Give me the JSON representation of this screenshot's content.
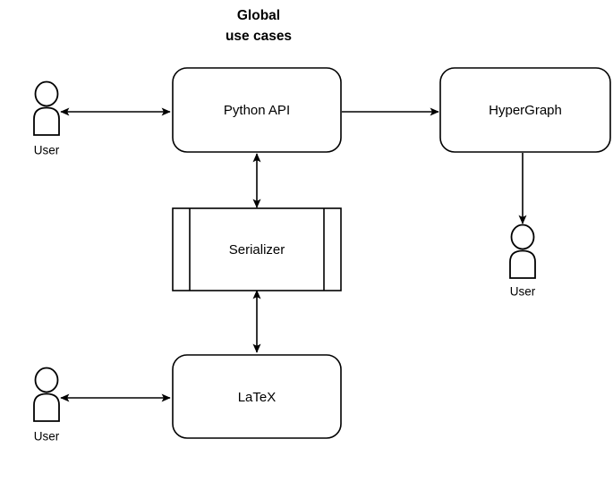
{
  "diagram": {
    "title": {
      "line1": "Global",
      "line2": "use cases"
    },
    "nodes": {
      "python_api": {
        "label": "Python API",
        "shape": "rounded-rectangle"
      },
      "hypergraph": {
        "label": "HyperGraph",
        "shape": "rounded-rectangle"
      },
      "serializer": {
        "label": "Serializer",
        "shape": "subroutine-rectangle"
      },
      "latex": {
        "label": "LaTeX",
        "shape": "rounded-rectangle"
      }
    },
    "actors": {
      "user_top_left": {
        "label": "User"
      },
      "user_right": {
        "label": "User"
      },
      "user_bottom_left": {
        "label": "User"
      }
    },
    "connectors": [
      {
        "name": "user-top-left-to-python-api",
        "from": "user_top_left",
        "to": "python_api",
        "arrow": "double"
      },
      {
        "name": "python-api-to-hypergraph",
        "from": "python_api",
        "to": "hypergraph",
        "arrow": "single"
      },
      {
        "name": "hypergraph-to-user-right",
        "from": "hypergraph",
        "to": "user_right",
        "arrow": "single"
      },
      {
        "name": "python-api-to-serializer",
        "from": "python_api",
        "to": "serializer",
        "arrow": "double"
      },
      {
        "name": "serializer-to-latex",
        "from": "serializer",
        "to": "latex",
        "arrow": "double"
      },
      {
        "name": "user-bottom-left-to-latex",
        "from": "user_bottom_left",
        "to": "latex",
        "arrow": "double"
      }
    ],
    "colors": {
      "stroke": "#000000",
      "fill": "#ffffff",
      "text": "#000000",
      "background": "#ffffff"
    }
  }
}
